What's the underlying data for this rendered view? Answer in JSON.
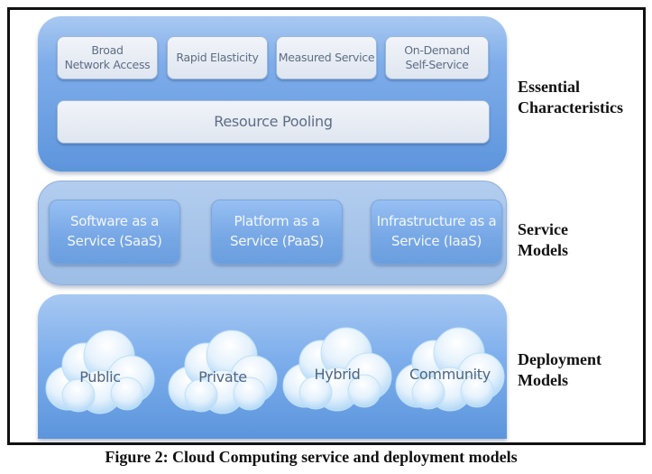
{
  "essential": {
    "label_line1": "Essential",
    "label_line2": "Characteristics",
    "boxes": [
      {
        "line1": "Broad",
        "line2": "Network Access"
      },
      {
        "line1": "Rapid Elasticity",
        "line2": ""
      },
      {
        "line1": "Measured Service",
        "line2": ""
      },
      {
        "line1": "On-Demand",
        "line2": "Self-Service"
      }
    ],
    "pooling": "Resource Pooling"
  },
  "service": {
    "label_line1": "Service",
    "label_line2": "Models",
    "boxes": [
      {
        "line1": "Software as a",
        "line2": "Service (SaaS)"
      },
      {
        "line1": "Platform as a",
        "line2": "Service (PaaS)"
      },
      {
        "line1": "Infrastructure as a",
        "line2": "Service (IaaS)"
      }
    ]
  },
  "deployment": {
    "label_line1": "Deployment",
    "label_line2": "Models",
    "clouds": [
      {
        "label": "Public",
        "icon": "cloud-icon"
      },
      {
        "label": "Private",
        "icon": "cloud-icon"
      },
      {
        "label": "Hybrid",
        "icon": "cloud-icon"
      },
      {
        "label": "Community",
        "icon": "cloud-icon"
      }
    ]
  },
  "caption": "Figure 2: Cloud Computing service and deployment models",
  "colors": {
    "panel_blue": "#5d95dc",
    "panel_light": "#9dbde6",
    "box_text": "#5e6d85",
    "service_text": "#f2f6fc",
    "cloud_text": "#4f6684"
  }
}
